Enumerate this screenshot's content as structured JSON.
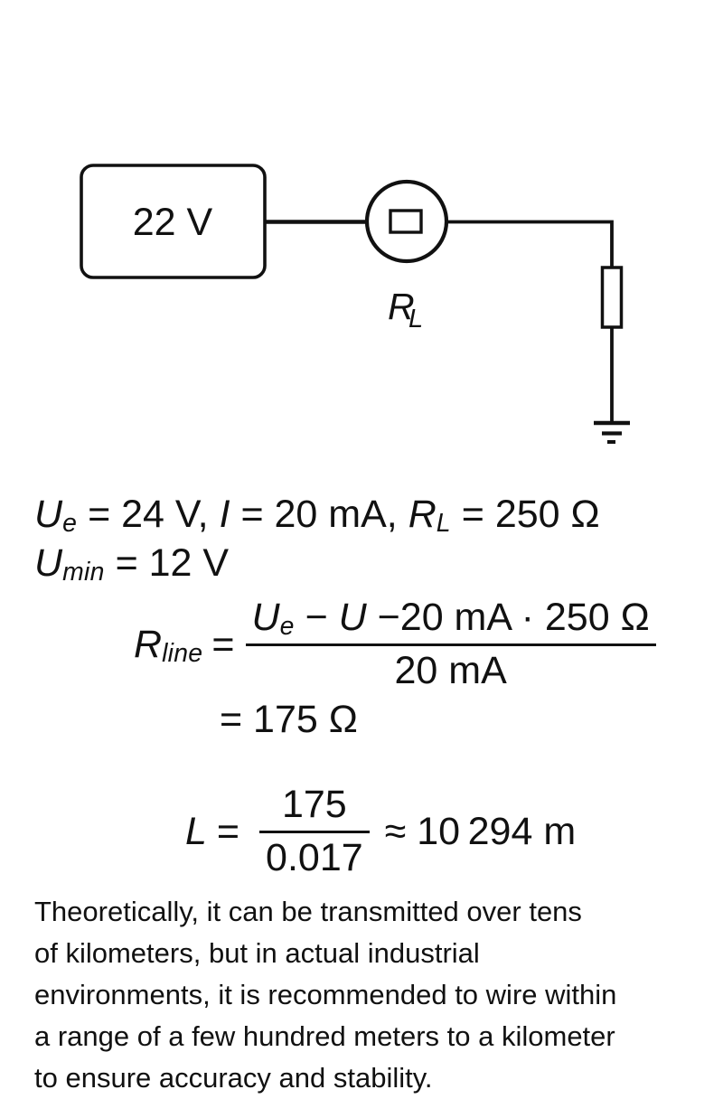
{
  "colors": {
    "ink": "#111111",
    "background": "#ffffff"
  },
  "circuit": {
    "source_label": "22 V",
    "meter_label_base": "R",
    "meter_label_sub": "L"
  },
  "given": {
    "u_e_var": "U",
    "u_e_sub": "e",
    "seg1": " = 24 V, ",
    "i_var": "I",
    "seg2": " = 20 mA, ",
    "r_var": "R",
    "r_sub": "L",
    "seg3": " = 250 Ω",
    "umin_var": "U",
    "umin_sub": "min",
    "seg4": " = 12 V"
  },
  "eq_rline": {
    "lhs_var": "R",
    "lhs_sub": "line",
    "equals": "=",
    "num_var1": "U",
    "num_sub1": "e",
    "num_minus": " − ",
    "num_var2": "U",
    "num_rest": " −20 mA · 250 Ω",
    "den": "20 mA",
    "result": "= 175 Ω"
  },
  "eq_length": {
    "lhs_var": "L",
    "equals": "=",
    "num": "175",
    "den": "0.017",
    "rhs": "≈ 10 294 m"
  },
  "paragraph": {
    "lines": [
      "Theoretically, it can be transmitted over tens",
      "of kilometers, but in actual industrial",
      "environments, it is recommended to wire within",
      "a range of a few hundred meters to a kilometer",
      "to ensure accuracy and stability."
    ]
  }
}
